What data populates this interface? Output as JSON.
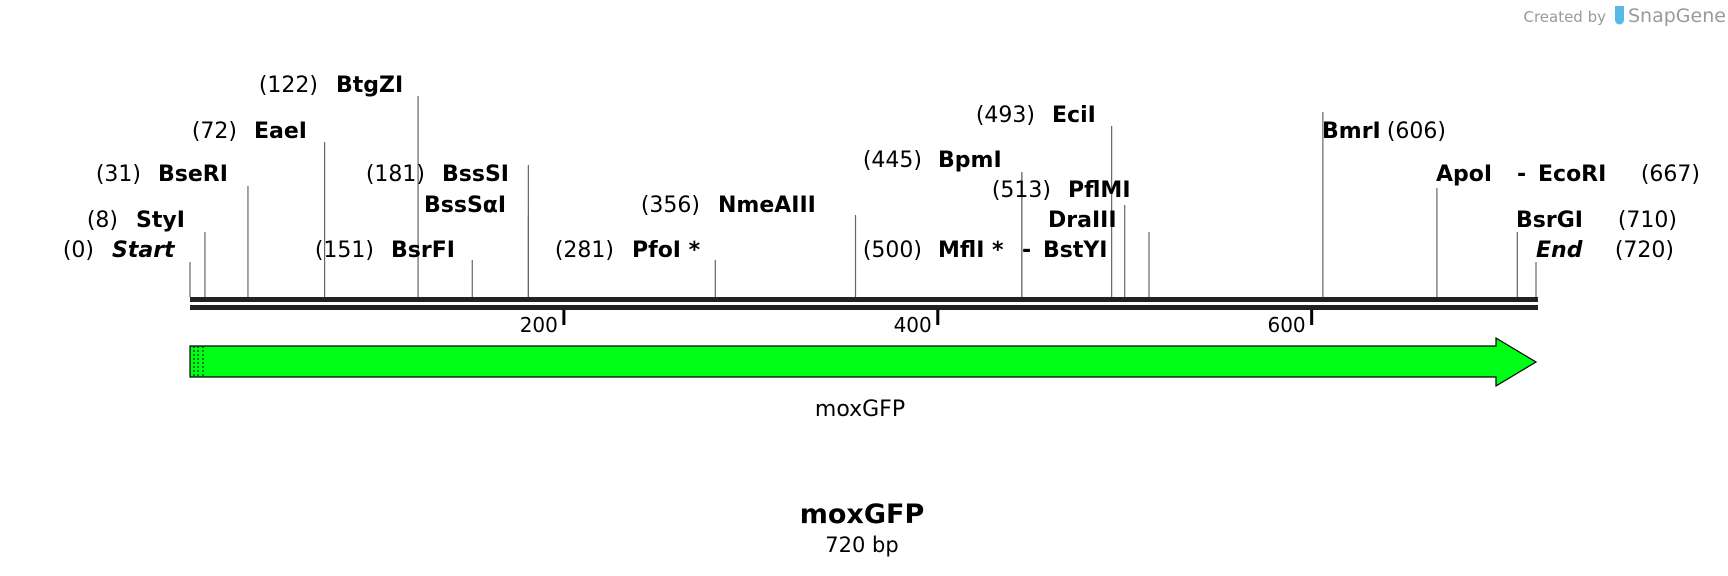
{
  "credit": {
    "created_by": "Created by",
    "brand": "SnapGene"
  },
  "sequence": {
    "name": "moxGFP",
    "length_label": "720 bp"
  },
  "feature": {
    "name": "moxGFP",
    "color": "#00ff16",
    "start": 0,
    "end": 720,
    "direction": "forward"
  },
  "ruler": {
    "ticks": [
      {
        "value": 200,
        "label": "200"
      },
      {
        "value": 400,
        "label": "400"
      },
      {
        "value": 600,
        "label": "600"
      }
    ]
  },
  "sites": [
    {
      "id": "start",
      "pos": "(0)",
      "name": "Start",
      "at": 0,
      "italic": true
    },
    {
      "id": "styi",
      "pos": "(8)",
      "name": "StyI",
      "at": 8
    },
    {
      "id": "bseri",
      "pos": "(31)",
      "name": "BseRI",
      "at": 31
    },
    {
      "id": "eaei",
      "pos": "(72)",
      "name": "EaeI",
      "at": 72
    },
    {
      "id": "btgzi",
      "pos": "(122)",
      "name": "BtgZI",
      "at": 122
    },
    {
      "id": "bsrfi",
      "pos": "(151)",
      "name": "BsrFI",
      "at": 151
    },
    {
      "id": "bsssi",
      "pos": "(181)",
      "name": "BssSI",
      "at": 181
    },
    {
      "id": "bsssai",
      "pos": "",
      "name": "BssSαI",
      "at": 181
    },
    {
      "id": "pfoi",
      "pos": "(281)",
      "name": "PfoI *",
      "at": 281
    },
    {
      "id": "nmeaiii",
      "pos": "(356)",
      "name": "NmeAIII",
      "at": 356
    },
    {
      "id": "bpmi",
      "pos": "(445)",
      "name": "BpmI",
      "at": 445
    },
    {
      "id": "mfli",
      "pos": "(500)",
      "name": "MflI *",
      "sep": "-",
      "name2": "BstYI",
      "at": 445
    },
    {
      "id": "ecii",
      "pos": "(493)",
      "name": "EciI",
      "at": 493
    },
    {
      "id": "pflmi",
      "pos": "(513)",
      "name": "PflMI",
      "at": 500
    },
    {
      "id": "draiii",
      "pos": "",
      "name": "DraIII",
      "at": 513
    },
    {
      "id": "bmri",
      "pos": "(606)",
      "name": "BmrI",
      "at": 606
    },
    {
      "id": "apoi",
      "pos": "(667)",
      "name": "ApoI",
      "sep": "-",
      "name2": "EcoRI",
      "at": 667
    },
    {
      "id": "bsrgi",
      "pos": "(710)",
      "name": "BsrGI",
      "at": 710
    },
    {
      "id": "end",
      "pos": "(720)",
      "name": "End",
      "at": 720,
      "italic": true
    }
  ]
}
